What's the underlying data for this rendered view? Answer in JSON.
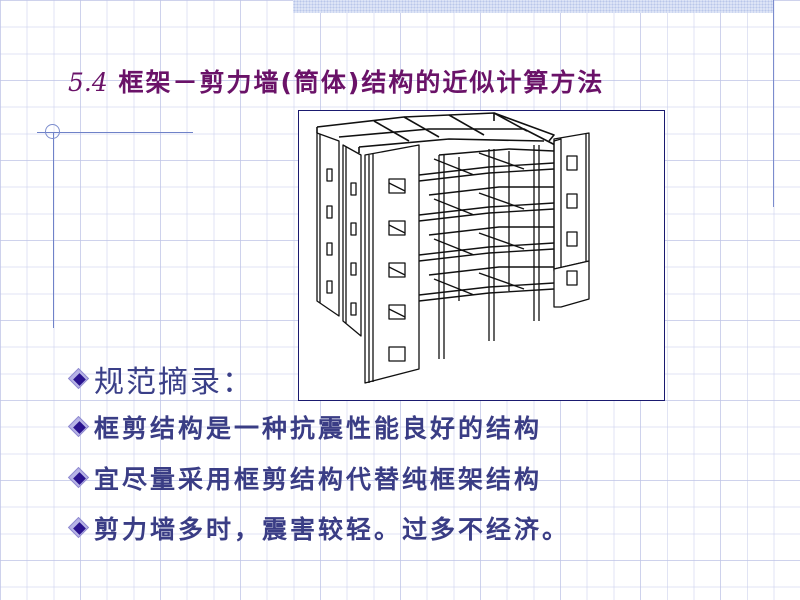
{
  "slide": {
    "title_number": "5.4",
    "title_text": "框架－剪力墙(筒体)结构的近似计算方法",
    "figure": {
      "description": "isometric line drawing of frame–shear wall building",
      "stories": 5,
      "frame_color": "#1a1a70"
    },
    "heading": {
      "icon": "diamond-bullet-icon",
      "text": "规范摘录："
    },
    "bullets": [
      {
        "icon": "diamond-bullet-icon",
        "text": "框剪结构是一种抗震性能良好的结构"
      },
      {
        "icon": "diamond-bullet-icon",
        "text": "宜尽量采用框剪结构代替纯框架结构"
      },
      {
        "icon": "diamond-bullet-icon",
        "text": "剪力墙多时，震害较轻。过多不经济。"
      }
    ]
  },
  "theme": {
    "title_color": "#6a1268",
    "text_color": "#3a3d85",
    "accent_line_color": "#6f82c8",
    "bullet_inner_color": "#2a138f",
    "bullet_outer_color": "#b7b3e6",
    "band_color": "#dfe6f6"
  }
}
